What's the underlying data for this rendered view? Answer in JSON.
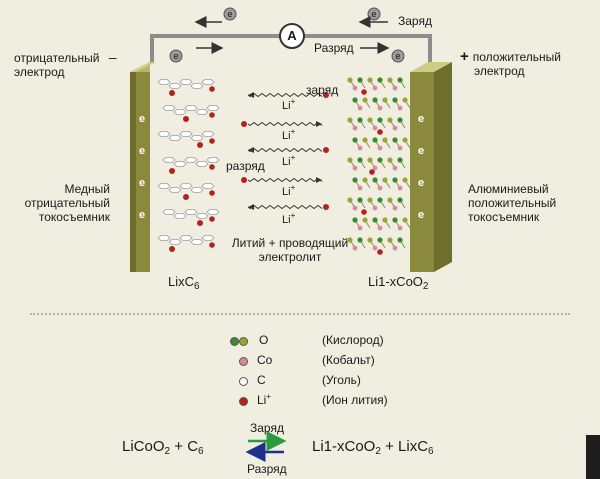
{
  "top": {
    "ammeter_symbol": "A",
    "charge": "Заряд",
    "discharge": "Разряд",
    "electron_symbol": "e"
  },
  "left": {
    "sign": "–",
    "electrode": [
      "отрицательный",
      "электрод"
    ],
    "collector": [
      "Медный",
      "отрицательный",
      "токосъемник"
    ],
    "formula_main": "LixC",
    "formula_sub": "6"
  },
  "right": {
    "sign": "+",
    "electrode": [
      "положительный",
      "электрод"
    ],
    "collector": [
      "Алюминиевый",
      "положительный",
      "токосъемник"
    ],
    "formula_main": "Li1-xCoO",
    "formula_sub": "2"
  },
  "middle": {
    "charge": "заряд",
    "discharge": "разряд",
    "ion_label": "Li",
    "ion_charge": "+",
    "electrolyte": [
      "Литий + проводящий",
      "электролит"
    ]
  },
  "legend": [
    {
      "symbol": "O",
      "name": "(Кислород)",
      "color": "#3d8a2a",
      "color2": "#9aa33a"
    },
    {
      "symbol": "Co",
      "name": "(Кобальт)",
      "color": "#d58aa0"
    },
    {
      "symbol": "C",
      "name": "(Уголь)",
      "color": "#ffffff"
    },
    {
      "symbol": "Li",
      "symbol_sup": "+",
      "name": "(Ион лития)",
      "color": "#b3231c"
    }
  ],
  "reaction": {
    "left_main": "LiCoO",
    "left_sub": "2",
    "left_plus": " + C",
    "left_sub2": "6",
    "charge": "Заряд",
    "discharge": "Разряд",
    "right_main": "Li1-xCoO",
    "right_sub": "2",
    "right_plus": " + LixC",
    "right_sub2": "6"
  },
  "colors": {
    "background": "#efeee0",
    "electrode_plate": "#8b8a3c",
    "charge_arrow": "#2c9a3e",
    "discharge_arrow": "#1f2f8e",
    "lithium_ion": "#b3231c"
  }
}
